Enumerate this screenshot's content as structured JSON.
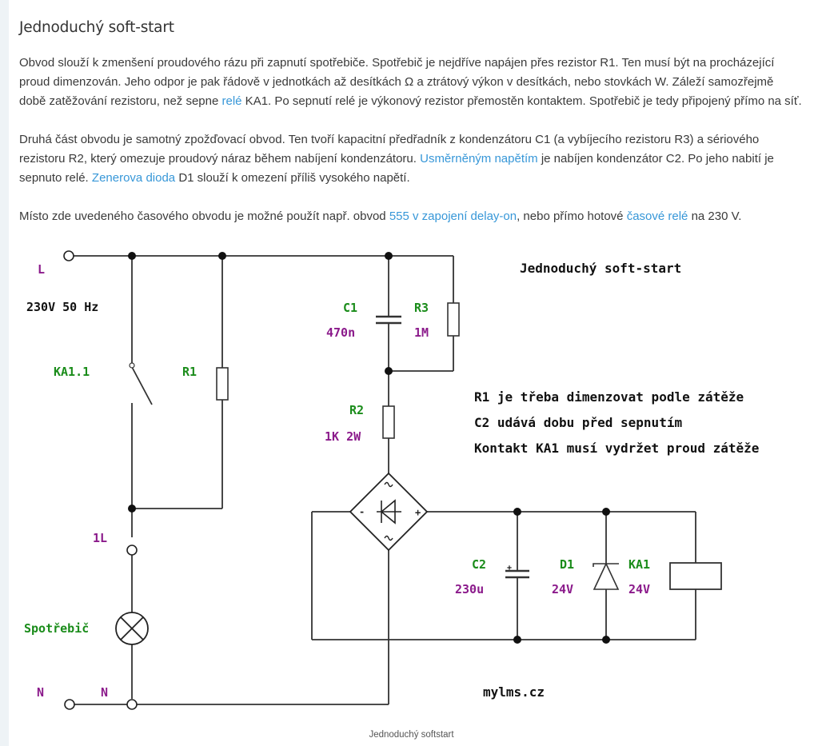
{
  "article": {
    "title": "Jednoduchý soft-start",
    "paragraphs": [
      {
        "parts": [
          {
            "text": "Obvod slouží k zmenšení proudového rázu při zapnutí spotřebiče. Spotřebič je nejdříve napájen přes rezistor R1. Ten musí být na procházející proud dimenzován. Jeho odpor je pak řádově v jednotkách až desítkách Ω a ztrátový výkon v desítkách, nebo stovkách W. Záleží samozřejmě době zatěžování rezistoru, než sepne "
          },
          {
            "link": "relé"
          },
          {
            "text": " KA1. Po sepnutí relé je výkonový rezistor přemostěn kontaktem. Spotřebič je tedy připojený přímo na síť."
          }
        ]
      },
      {
        "parts": [
          {
            "text": "Druhá část obvodu je samotný zpožďovací obvod. Ten tvoří kapacitní předřadník z kondenzátoru C1 (a vybíjecího rezistoru R3) a sériového rezistoru R2, který omezuje proudový náraz během nabíjení kondenzátoru. "
          },
          {
            "link": "Usměrněným napětím"
          },
          {
            "text": " je nabíjen kondenzátor C2. Po jeho nabití je sepnuto relé. "
          },
          {
            "link": "Zenerova dioda"
          },
          {
            "text": " D1 slouží k omezení příliš vysokého napětí."
          }
        ]
      },
      {
        "parts": [
          {
            "text": "Místo zde uvedeného časového obvodu je možné použít např. obvod "
          },
          {
            "link": "555 v zapojení delay-on"
          },
          {
            "text": ", nebo přímo hotové "
          },
          {
            "link": "časové relé"
          },
          {
            "text": " na 230 V."
          }
        ]
      }
    ],
    "figure_caption": "Jednoduchý softstart"
  },
  "schematic": {
    "title": "Jednoduchý soft-start",
    "colors": {
      "name_label": "#1a8c1a",
      "value_label": "#8b1a8b",
      "text": "#111111",
      "wire": "#333333",
      "link": "#3797d8"
    },
    "labels": {
      "L": "L",
      "supply": "230V 50 Hz",
      "KA1_1": "KA1.1",
      "R1": "R1",
      "C1": "C1",
      "C1_value": "470n",
      "R3": "R3",
      "R3_value": "1M",
      "R2": "R2",
      "R2_value": "1K 2W",
      "L1": "1L",
      "load": "Spotřebič",
      "N_left": "N",
      "N_right": "N",
      "C2": "C2",
      "C2_value": "230u",
      "D1": "D1",
      "D1_value": "24V",
      "KA1": "KA1",
      "KA1_value": "24V",
      "bridge_minus": "-",
      "bridge_plus": "+",
      "c2_polarity": "+"
    },
    "notes": [
      "R1 je třeba dimenzovat podle zátěže",
      "C2 udává dobu před sepnutím",
      "Kontakt KA1 musí vydržet proud zátěže"
    ],
    "credit": "mylms.cz"
  }
}
